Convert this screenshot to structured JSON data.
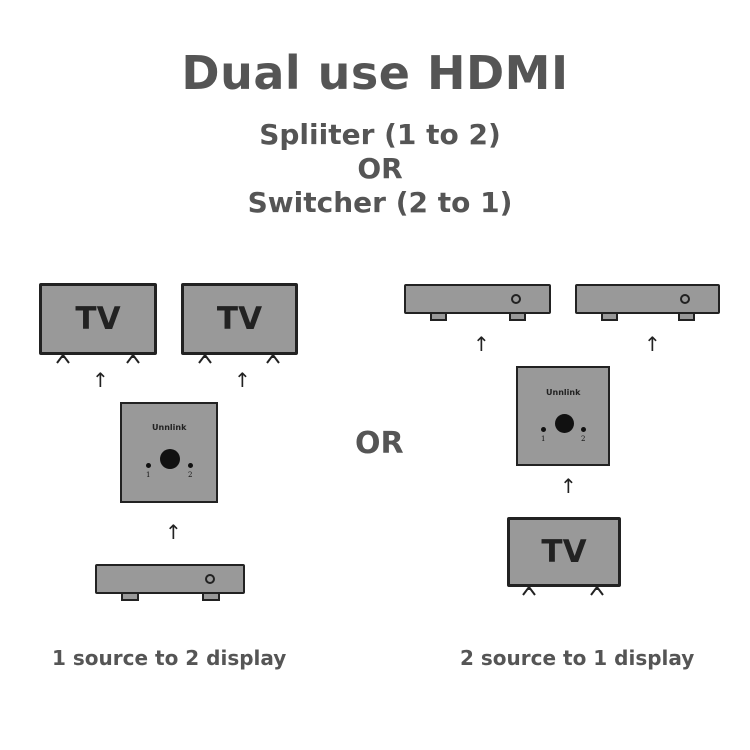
{
  "header": {
    "title": "Dual use HDMI",
    "line1": "Spliiter (1 to 2)",
    "line2": "OR",
    "line3": "Switcher (2 to 1)"
  },
  "splitter_side": {
    "tv_left_label": "TV",
    "tv_right_label": "TV",
    "device_brand": "Unnlink",
    "port_1": "1",
    "port_2": "2",
    "caption": "1 source to 2 display"
  },
  "middle": {
    "or_label": "OR"
  },
  "switcher_side": {
    "device_brand": "Unnlink",
    "port_1": "1",
    "port_2": "2",
    "tv_label": "TV",
    "caption": "2 source to 1 display"
  },
  "arrow_glyph": "↑"
}
